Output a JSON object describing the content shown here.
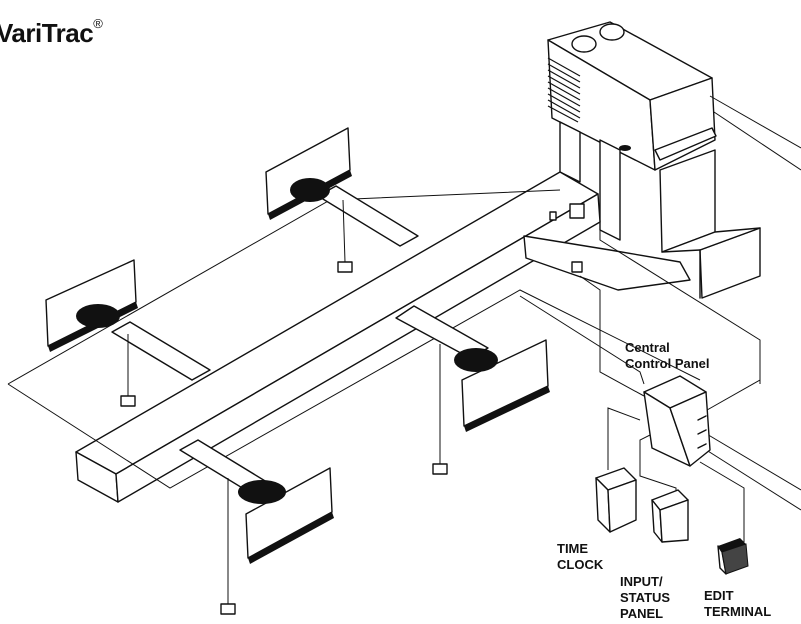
{
  "brand": {
    "name": "VariTrac",
    "mark": "®"
  },
  "labels": {
    "central_control_panel": [
      "Central",
      "Control Panel"
    ],
    "time_clock": [
      "TIME",
      "CLOCK"
    ],
    "input_status_panel": [
      "INPUT/",
      "STATUS",
      "PANEL"
    ],
    "edit_terminal": [
      "EDIT",
      "TERMINAL"
    ]
  },
  "icons": [
    "rooftop-unit-icon",
    "supply-duct-icon",
    "diffuser-icon",
    "zone-sensor-icon",
    "control-panel-icon",
    "time-clock-icon",
    "status-panel-icon",
    "edit-terminal-icon"
  ]
}
